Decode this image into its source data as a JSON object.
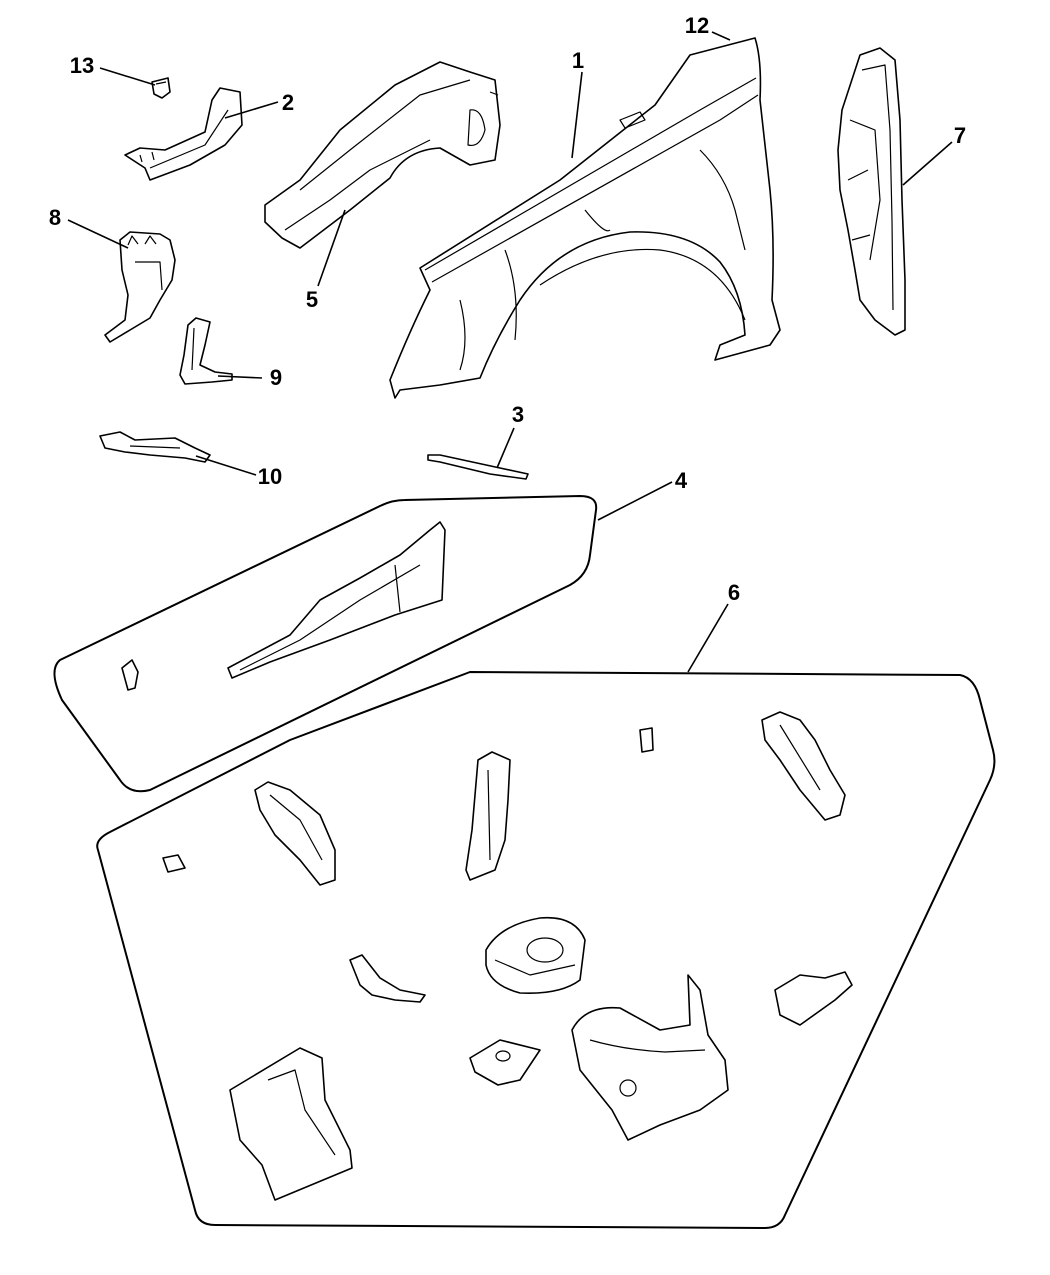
{
  "callouts": {
    "c1": "1",
    "c2": "2",
    "c3": "3",
    "c4": "4",
    "c5": "5",
    "c6": "6",
    "c7": "7",
    "c8": "8",
    "c9": "9",
    "c10": "10",
    "c12": "12",
    "c13": "13"
  }
}
